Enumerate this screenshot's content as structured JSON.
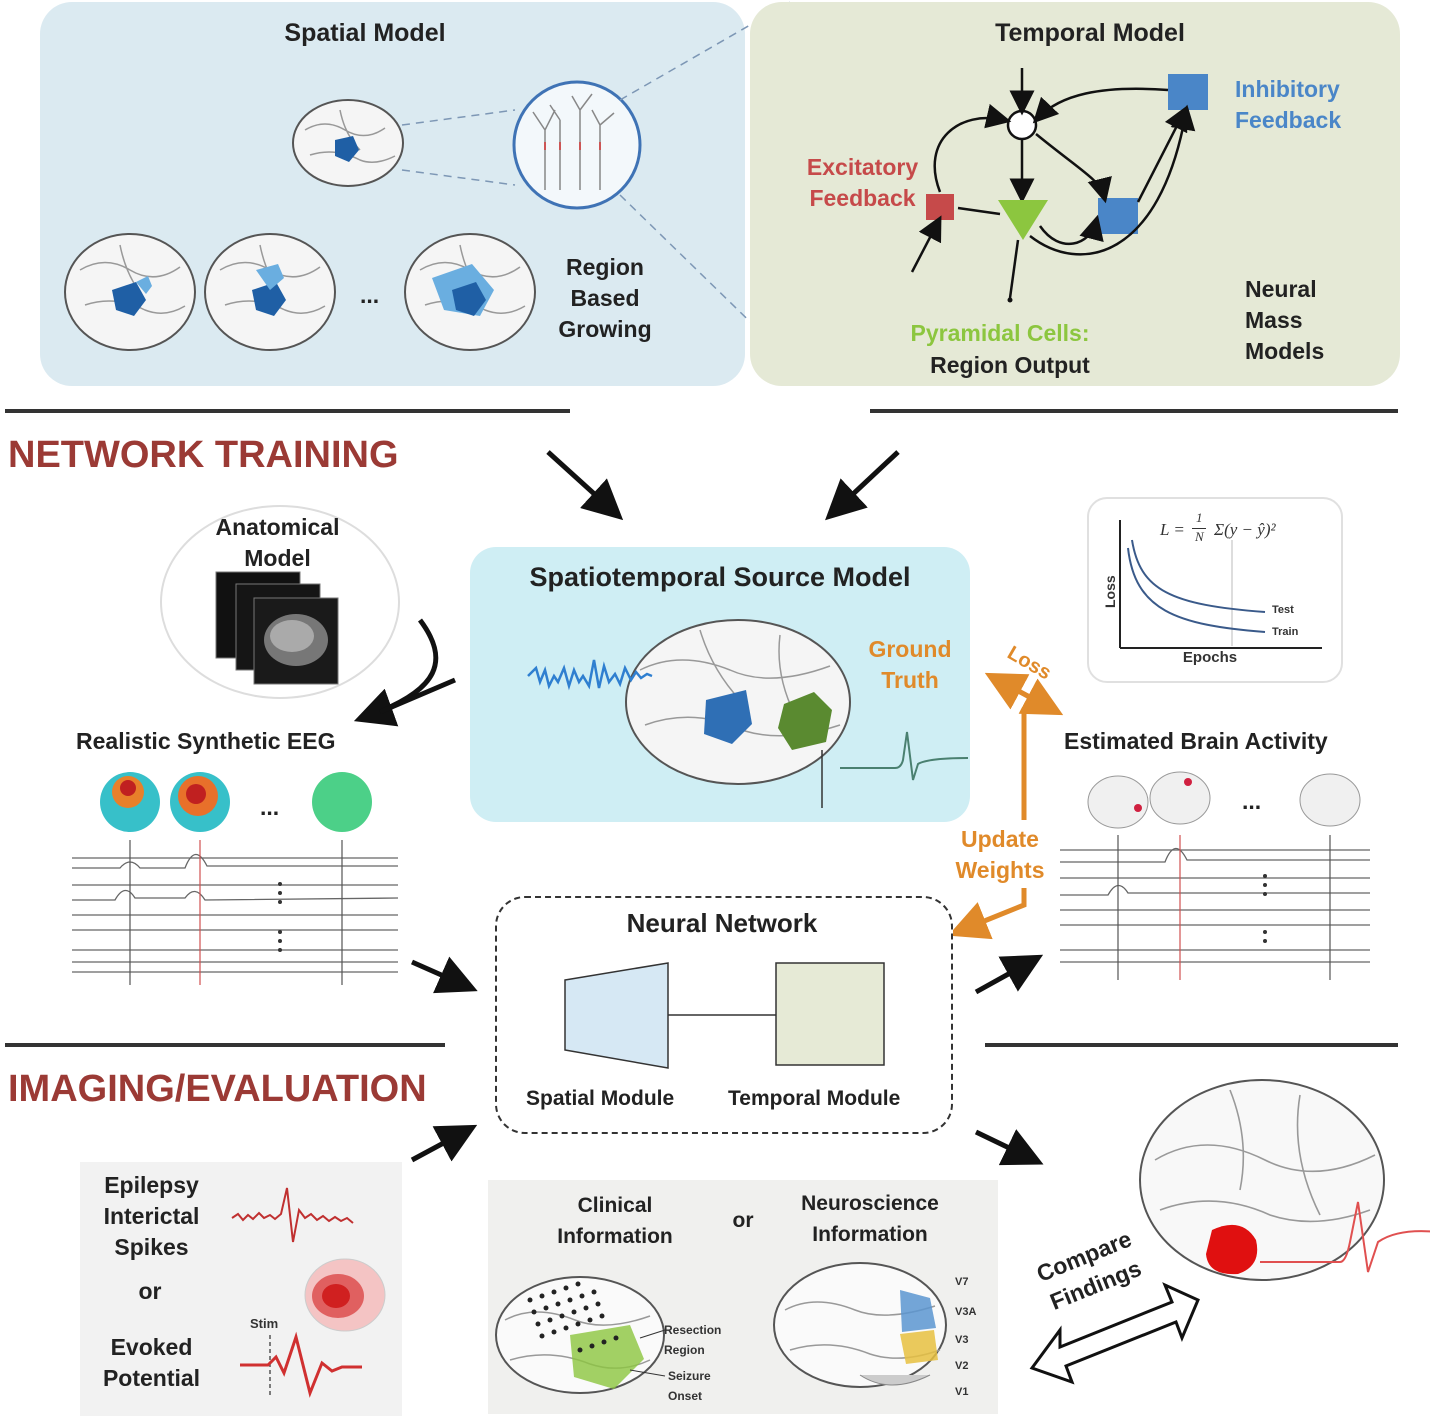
{
  "spatial_model": {
    "title": "Spatial Model",
    "growing_label": [
      "Region",
      "Based",
      "Growing"
    ],
    "ellipsis": "..."
  },
  "temporal_model": {
    "title": "Temporal Model",
    "inhibitory": [
      "Inhibitory",
      "Feedback"
    ],
    "excitatory": [
      "Excitatory",
      "Feedback"
    ],
    "pyramidal": "Pyramidal Cells:",
    "region_output": "Region Output",
    "nmm": [
      "Neural",
      "Mass",
      "Models"
    ]
  },
  "sections": {
    "training": "NETWORK TRAINING",
    "imaging": "IMAGING/EVALUATION"
  },
  "anatomical": [
    "Anatomical",
    "Model"
  ],
  "synthetic_eeg": {
    "title": "Realistic Synthetic EEG",
    "ellipsis": "..."
  },
  "source_model": {
    "title": "Spatiotemporal Source Model",
    "ground_truth": [
      "Ground",
      "Truth"
    ]
  },
  "loss_plot": {
    "formula_lhs": "L =",
    "formula_frac_num": "1",
    "formula_frac_den": "N",
    "formula_rhs": "Σ(y − ŷ)²",
    "ylabel": "Loss",
    "xlabel": "Epochs",
    "series": [
      "Test",
      "Train"
    ]
  },
  "loss_label": "Loss",
  "update_weights": [
    "Update",
    "Weights"
  ],
  "estimated": {
    "title": "Estimated Brain Activity",
    "ellipsis": "..."
  },
  "neural_network": {
    "title": "Neural Network",
    "spatial": "Spatial Module",
    "temporal": "Temporal Module"
  },
  "data_types": {
    "epilepsy": [
      "Epilepsy",
      "Interictal",
      "Spikes"
    ],
    "or": "or",
    "evoked": [
      "Evoked",
      "Potential"
    ],
    "stim": "Stim"
  },
  "info": {
    "clinical": [
      "Clinical",
      "Information"
    ],
    "or": "or",
    "neuro": [
      "Neuroscience",
      "Information"
    ],
    "resection": [
      "Resection",
      "Region"
    ],
    "seizure": [
      "Seizure",
      "Onset"
    ],
    "visual_areas": [
      "V7",
      "V3A",
      "V3",
      "V2",
      "V1"
    ]
  },
  "compare": [
    "Compare",
    "Findings"
  ],
  "colors": {
    "spatial_bg": "#dbeaf1",
    "temporal_bg": "#e5e9d6",
    "source_bg": "#cfeef4",
    "section_red": "#9b3a35",
    "inhib_blue": "#4a86c8",
    "excit_red": "#c64a4a",
    "pyr_green": "#8cc63f",
    "orange": "#e08a2a",
    "brain_blue": "#1f5fa5",
    "brain_green": "#5a8a30"
  }
}
